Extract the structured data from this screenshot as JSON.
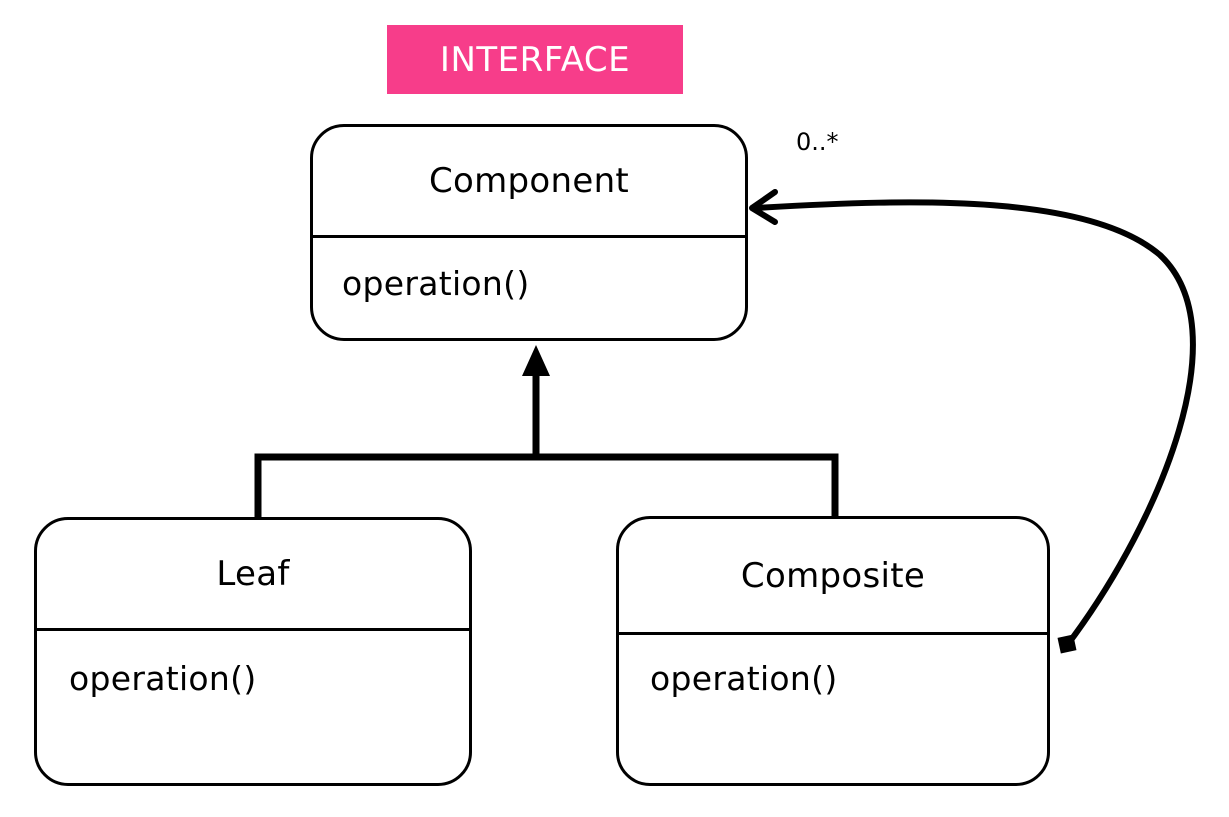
{
  "interface_tag": {
    "label": "INTERFACE",
    "background_color": "#F73D8A"
  },
  "classes": {
    "component": {
      "name": "Component",
      "operation": "operation()"
    },
    "leaf": {
      "name": "Leaf",
      "operation": "operation()"
    },
    "composite": {
      "name": "Composite",
      "operation": "operation()"
    }
  },
  "relations": {
    "aggregation_multiplicity": "0..*"
  },
  "colors": {
    "stroke": "#000000",
    "background": "#FFFFFF",
    "accent": "#F73D8A"
  }
}
